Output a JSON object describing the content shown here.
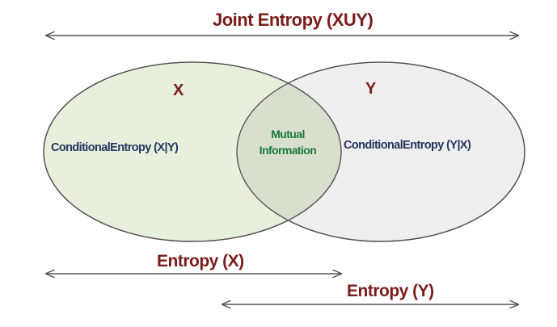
{
  "joint_entropy_label": "Joint Entropy (XUY)",
  "set_x_label": "X",
  "set_y_label": "Y",
  "conditional_x_given_y": "ConditionalEntropy (X|Y)",
  "conditional_y_given_x": "ConditionalEntropy (Y|X)",
  "mutual_information": [
    "Mutual",
    "Information"
  ],
  "entropy_x_label": "Entropy (X)",
  "entropy_y_label": "Entropy (Y)",
  "colors": {
    "title_text": "#7b1c1c",
    "conditional_text": "#24365f",
    "mutual_text": "#1a7a3a",
    "circle_x_fill": "#e8f0dd",
    "circle_y_fill": "#efefef",
    "overlap_fill": "#d9dfcf",
    "outline": "#4f4f4f",
    "arrow": "#555555"
  }
}
